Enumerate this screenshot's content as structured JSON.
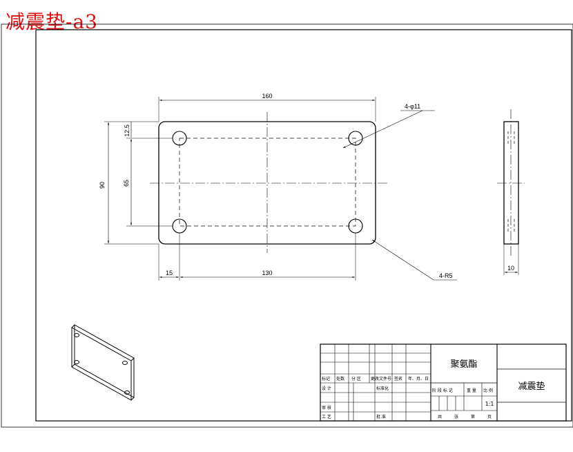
{
  "header": {
    "title": "减震垫-a3",
    "color": "#e01010"
  },
  "dimensions": {
    "overall_length": "160",
    "overall_width": "90",
    "hole_vertical_spacing": "65",
    "edge_offset_top": "12.5",
    "edge_offset_left": "15",
    "hole_horizontal_spacing": "130",
    "hole_callout": "4-φ11",
    "corner_callout": "4-R5",
    "thickness": "10"
  },
  "title_block": {
    "revision_headers": [
      "标记",
      "处数",
      "分 区",
      "更改文件号",
      "签名",
      "年、月、日"
    ],
    "row_labels": [
      "设 计",
      "审 核",
      "工 艺"
    ],
    "standardization": "标准化",
    "approval": "批 准",
    "material": "聚氨酯",
    "stage_headers": [
      "阶 段 标 记",
      "重 量",
      "比 例"
    ],
    "scale": "1:1",
    "sheet_info": [
      "共",
      "张",
      "第",
      "页"
    ],
    "part_name": "减震垫"
  }
}
